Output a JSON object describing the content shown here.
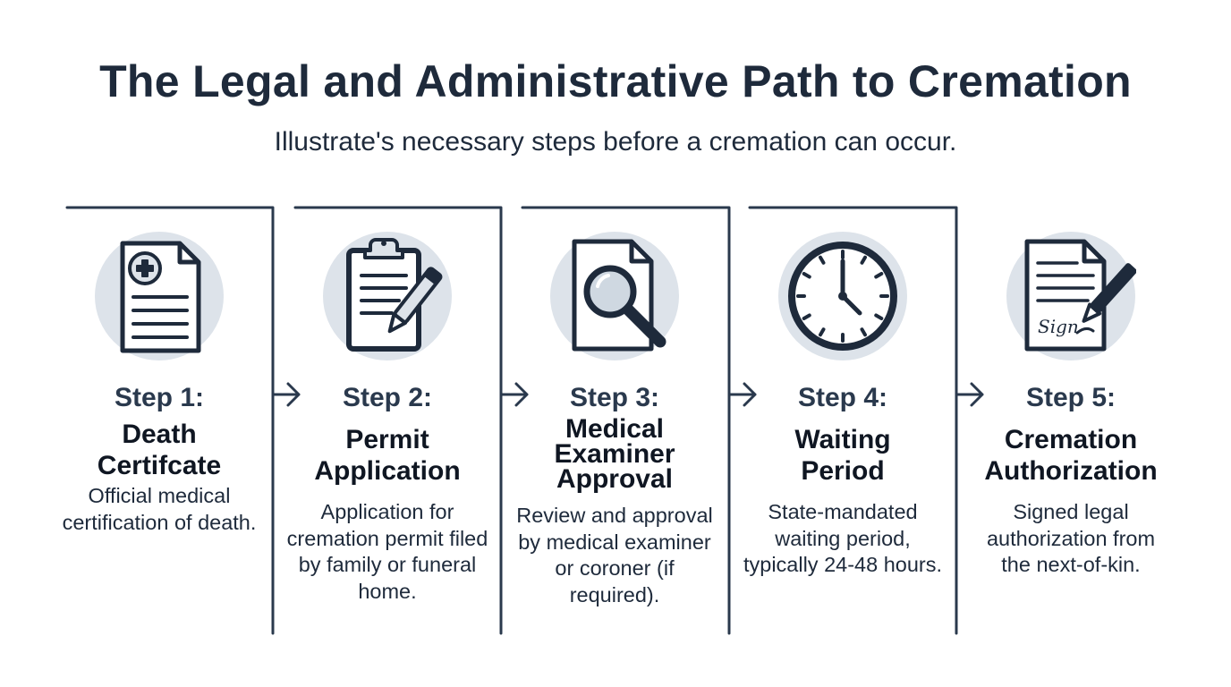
{
  "header": {
    "title": "The Legal and Administrative Path to Cremation",
    "subtitle": "Illustrate's necessary steps before a cremation can occur."
  },
  "colors": {
    "navy": "#1e2a3b",
    "icon_circle": "#dde3ea",
    "line": "#2a394d"
  },
  "steps": [
    {
      "number": "Step 1:",
      "name_line1": "Death",
      "name_line2": "Certifcate",
      "description": "Official medical certification of death.",
      "icon": "medical-certificate-icon"
    },
    {
      "number": "Step 2:",
      "name_line1": "Permit",
      "name_line2": "Application",
      "description": "Application for cremation permit filed by family or funeral home.",
      "icon": "clipboard-pen-icon"
    },
    {
      "number": "Step 3:",
      "name_line1": "Medical",
      "name_line2": "Examiner",
      "name_line3": "Approval",
      "description": "Review and approval by medical examiner or coroner (if required).",
      "icon": "document-magnifier-icon"
    },
    {
      "number": "Step 4:",
      "name_line1": "Waiting",
      "name_line2": "Period",
      "description": "State-mandated waiting period, typically 24-48 hours.",
      "icon": "clock-icon"
    },
    {
      "number": "Step 5:",
      "name_line1": "Cremation",
      "name_line2": "Authorization",
      "description": "Signed legal authorization from the next-of-kin.",
      "icon": "signed-document-icon",
      "signature_text": "Sign"
    }
  ]
}
